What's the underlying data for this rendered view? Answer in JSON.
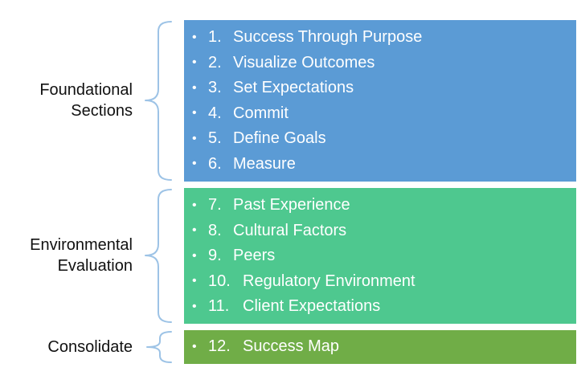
{
  "groups": [
    {
      "label_lines": [
        "Foundational",
        "Sections"
      ],
      "brace_color": "#9dc3e6",
      "box_color": "#5b9bd5",
      "items": [
        {
          "bullet": "•",
          "number": "1.",
          "text": "Success Through Purpose"
        },
        {
          "bullet": "•",
          "number": "2.",
          "text": "Visualize Outcomes"
        },
        {
          "bullet": "•",
          "number": "3.",
          "text": "Set Expectations"
        },
        {
          "bullet": "•",
          "number": "4.",
          "text": "Commit"
        },
        {
          "bullet": "•",
          "number": "5.",
          "text": "Define Goals"
        },
        {
          "bullet": "•",
          "number": "6.",
          "text": "Measure"
        }
      ]
    },
    {
      "label_lines": [
        "Environmental",
        "Evaluation"
      ],
      "brace_color": "#9dc3e6",
      "box_color": "#4ec88f",
      "items": [
        {
          "bullet": "•",
          "number": "7.",
          "text": "Past Experience"
        },
        {
          "bullet": "•",
          "number": "8.",
          "text": "Cultural Factors"
        },
        {
          "bullet": "•",
          "number": "9.",
          "text": "Peers"
        },
        {
          "bullet": "•",
          "number": "10.",
          "text": "Regulatory Environment"
        },
        {
          "bullet": "•",
          "number": "11.",
          "text": "Client Expectations"
        }
      ]
    },
    {
      "label_lines": [
        "Consolidate"
      ],
      "brace_color": "#9dc3e6",
      "box_color": "#70ad47",
      "items": [
        {
          "bullet": "•",
          "number": "12.",
          "text": "Success Map"
        }
      ]
    }
  ]
}
